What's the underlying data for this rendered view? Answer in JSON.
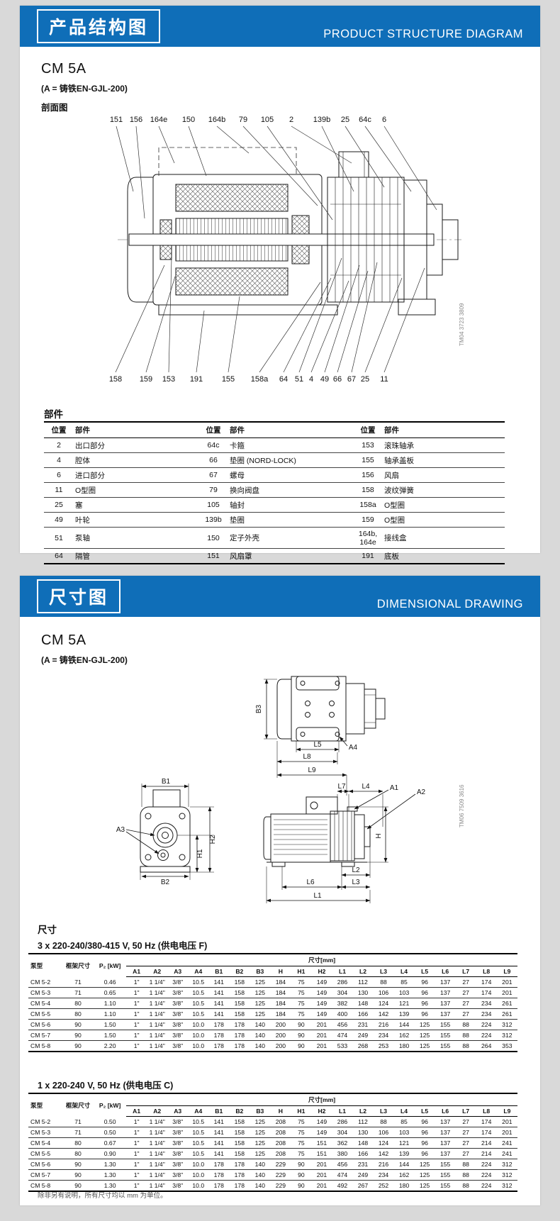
{
  "page": {
    "background": "#d9d9d9",
    "accent": "#0f6eb8"
  },
  "section1": {
    "band": {
      "title_zh": "产品结构图",
      "title_en": "PRODUCT STRUCTURE DIAGRAM"
    },
    "model": "CM 5A",
    "material_note": "(A = 铸铁EN-GJL-200)",
    "drawing_caption": "剖面图",
    "drawing_code": "TM04 3723 3809",
    "callouts_top": [
      "151",
      "156",
      "164e",
      "150",
      "164b",
      "79",
      "105",
      "2",
      "139b",
      "25",
      "64c",
      "6"
    ],
    "callouts_bottom": [
      "158",
      "159",
      "153",
      "191",
      "155",
      "158a",
      "64",
      "51",
      "4",
      "49",
      "66",
      "67",
      "25",
      "11"
    ],
    "parts": {
      "heading": "部件",
      "col_position": "位置",
      "col_part": "部件",
      "rows": [
        [
          "2",
          "出口部分",
          "64c",
          "卡箍",
          "153",
          "滚珠轴承"
        ],
        [
          "4",
          "腔体",
          "66",
          "垫圈 (NORD-LOCK)",
          "155",
          "轴承盖板"
        ],
        [
          "6",
          "进口部分",
          "67",
          "螺母",
          "156",
          "风扇"
        ],
        [
          "11",
          "O型圈",
          "79",
          "换向阀盘",
          "158",
          "波纹弹簧"
        ],
        [
          "25",
          "塞",
          "105",
          "轴封",
          "158a",
          "O型圈"
        ],
        [
          "49",
          "叶轮",
          "139b",
          "垫圈",
          "159",
          "O型圈"
        ],
        [
          "51",
          "泵轴",
          "150",
          "定子外壳",
          "164b, 164e",
          "接线盒"
        ],
        [
          "64",
          "隔管",
          "151",
          "风扇罩",
          "191",
          "底板"
        ]
      ]
    }
  },
  "section2": {
    "band": {
      "title_zh": "尺寸图",
      "title_en": "DIMENSIONAL DRAWING"
    },
    "model": "CM 5A",
    "material_note": "(A = 铸铁EN-GJL-200)",
    "drawing_code": "TM06 7509 3616",
    "dim_labels": {
      "b3": "B3",
      "l5": "L5",
      "a4": "A4",
      "l8": "L8",
      "l9": "L9",
      "l7": "L7",
      "l4": "L4",
      "a1": "A1",
      "a2": "A2",
      "h": "H",
      "l2": "L2",
      "l6": "L6",
      "l3": "L3",
      "l1": "L1",
      "b1": "B1",
      "a3": "A3",
      "h1": "H1",
      "h2": "H2",
      "b2": "B2"
    },
    "dims_heading": "尺寸",
    "tables": [
      {
        "voltage": "3 x 220-240/380-415 V, 50 Hz (供电电压 F)",
        "col_pump": "泵型",
        "col_frame": "框架尺寸",
        "col_p2": "P₂ [kW]",
        "col_dims": "尺寸[mm]",
        "dim_cols": [
          "A1",
          "A2",
          "A3",
          "A4",
          "B1",
          "B2",
          "B3",
          "H",
          "H1",
          "H2",
          "L1",
          "L2",
          "L3",
          "L4",
          "L5",
          "L6",
          "L7",
          "L8",
          "L9"
        ],
        "rows": [
          [
            "CM 5-2",
            "71",
            "0.46",
            "1\"",
            "1 1/4\"",
            "3/8\"",
            "10.5",
            "141",
            "158",
            "125",
            "184",
            "75",
            "149",
            "286",
            "112",
            "88",
            "85",
            "96",
            "137",
            "27",
            "174",
            "201"
          ],
          [
            "CM 5-3",
            "71",
            "0.65",
            "1\"",
            "1 1/4\"",
            "3/8\"",
            "10.5",
            "141",
            "158",
            "125",
            "184",
            "75",
            "149",
            "304",
            "130",
            "106",
            "103",
            "96",
            "137",
            "27",
            "174",
            "201"
          ],
          [
            "CM 5-4",
            "80",
            "1.10",
            "1\"",
            "1 1/4\"",
            "3/8\"",
            "10.5",
            "141",
            "158",
            "125",
            "184",
            "75",
            "149",
            "382",
            "148",
            "124",
            "121",
            "96",
            "137",
            "27",
            "234",
            "261"
          ],
          [
            "CM 5-5",
            "80",
            "1.10",
            "1\"",
            "1 1/4\"",
            "3/8\"",
            "10.5",
            "141",
            "158",
            "125",
            "184",
            "75",
            "149",
            "400",
            "166",
            "142",
            "139",
            "96",
            "137",
            "27",
            "234",
            "261"
          ],
          [
            "CM 5-6",
            "90",
            "1.50",
            "1\"",
            "1 1/4\"",
            "3/8\"",
            "10.0",
            "178",
            "178",
            "140",
            "200",
            "90",
            "201",
            "456",
            "231",
            "216",
            "144",
            "125",
            "155",
            "88",
            "224",
            "312"
          ],
          [
            "CM 5-7",
            "90",
            "1.50",
            "1\"",
            "1 1/4\"",
            "3/8\"",
            "10.0",
            "178",
            "178",
            "140",
            "200",
            "90",
            "201",
            "474",
            "249",
            "234",
            "162",
            "125",
            "155",
            "88",
            "224",
            "312"
          ],
          [
            "CM 5-8",
            "90",
            "2.20",
            "1\"",
            "1 1/4\"",
            "3/8\"",
            "10.0",
            "178",
            "178",
            "140",
            "200",
            "90",
            "201",
            "533",
            "268",
            "253",
            "180",
            "125",
            "155",
            "88",
            "264",
            "353"
          ]
        ]
      },
      {
        "voltage": "1 x 220-240 V, 50 Hz (供电电压 C)",
        "col_pump": "泵型",
        "col_frame": "框架尺寸",
        "col_p2": "P₂ [kW]",
        "col_dims": "尺寸[mm]",
        "dim_cols": [
          "A1",
          "A2",
          "A3",
          "A4",
          "B1",
          "B2",
          "B3",
          "H",
          "H1",
          "H2",
          "L1",
          "L2",
          "L3",
          "L4",
          "L5",
          "L6",
          "L7",
          "L8",
          "L9"
        ],
        "rows": [
          [
            "CM 5-2",
            "71",
            "0.50",
            "1\"",
            "1 1/4\"",
            "3/8\"",
            "10.5",
            "141",
            "158",
            "125",
            "208",
            "75",
            "149",
            "286",
            "112",
            "88",
            "85",
            "96",
            "137",
            "27",
            "174",
            "201"
          ],
          [
            "CM 5-3",
            "71",
            "0.50",
            "1\"",
            "1 1/4\"",
            "3/8\"",
            "10.5",
            "141",
            "158",
            "125",
            "208",
            "75",
            "149",
            "304",
            "130",
            "106",
            "103",
            "96",
            "137",
            "27",
            "174",
            "201"
          ],
          [
            "CM 5-4",
            "80",
            "0.67",
            "1\"",
            "1 1/4\"",
            "3/8\"",
            "10.5",
            "141",
            "158",
            "125",
            "208",
            "75",
            "151",
            "362",
            "148",
            "124",
            "121",
            "96",
            "137",
            "27",
            "214",
            "241"
          ],
          [
            "CM 5-5",
            "80",
            "0.90",
            "1\"",
            "1 1/4\"",
            "3/8\"",
            "10.5",
            "141",
            "158",
            "125",
            "208",
            "75",
            "151",
            "380",
            "166",
            "142",
            "139",
            "96",
            "137",
            "27",
            "214",
            "241"
          ],
          [
            "CM 5-6",
            "90",
            "1.30",
            "1\"",
            "1 1/4\"",
            "3/8\"",
            "10.0",
            "178",
            "178",
            "140",
            "229",
            "90",
            "201",
            "456",
            "231",
            "216",
            "144",
            "125",
            "155",
            "88",
            "224",
            "312"
          ],
          [
            "CM 5-7",
            "90",
            "1.30",
            "1\"",
            "1 1/4\"",
            "3/8\"",
            "10.0",
            "178",
            "178",
            "140",
            "229",
            "90",
            "201",
            "474",
            "249",
            "234",
            "162",
            "125",
            "155",
            "88",
            "224",
            "312"
          ],
          [
            "CM 5-8",
            "90",
            "1.30",
            "1\"",
            "1 1/4\"",
            "3/8\"",
            "10.0",
            "178",
            "178",
            "140",
            "229",
            "90",
            "201",
            "492",
            "267",
            "252",
            "180",
            "125",
            "155",
            "88",
            "224",
            "312"
          ]
        ]
      }
    ],
    "footnote": "除非另有说明，所有尺寸均以 mm 为单位。"
  }
}
